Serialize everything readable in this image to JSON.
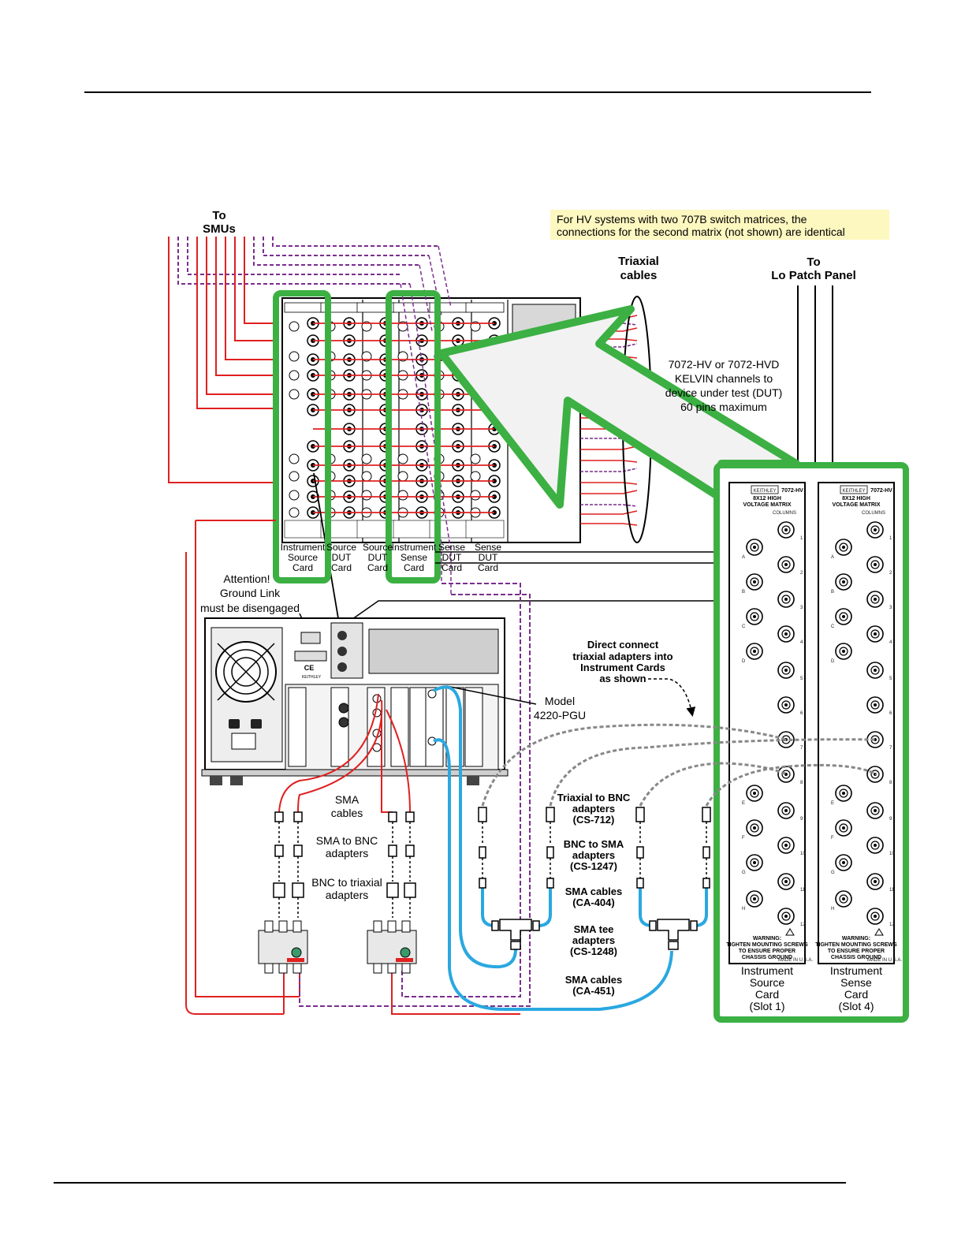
{
  "labels": {
    "to_smus": [
      "To",
      "SMUs"
    ],
    "hv_note": [
      "For HV systems with two 707B switch matrices, the",
      "connections for the second matrix (not shown) are identical"
    ],
    "triaxial_cables": [
      "Triaxial",
      "cables"
    ],
    "to_lo_patch": [
      "To",
      "Lo Patch Panel"
    ],
    "kelvin_note": [
      "7072-HV or 7072-HVD",
      "KELVIN channels to",
      "device under test (DUT)",
      "60 pins maximum"
    ],
    "attention": [
      "Attention!",
      "Ground Link",
      "must be disengaged"
    ],
    "direct_connect": [
      "Direct connect",
      "triaxial adapters into",
      "Instrument Cards",
      "as shown"
    ],
    "model": [
      "Model",
      "4220-PGU"
    ],
    "sma_cables_left": [
      "SMA",
      "cables"
    ],
    "sma_to_bnc_left": [
      "SMA to BNC",
      "adapters"
    ],
    "bnc_to_triax_left": [
      "BNC to triaxial",
      "adapters"
    ],
    "triax_to_bnc": [
      "Triaxial to BNC",
      "adapters",
      "(CS-712)"
    ],
    "bnc_to_sma": [
      "BNC to SMA",
      "adapters",
      "(CS-1247)"
    ],
    "sma_cables_404": [
      "SMA cables",
      "(CA-404)"
    ],
    "sma_tee": [
      "SMA tee",
      "adapters",
      "(CS-1248)"
    ],
    "sma_cables_451": [
      "SMA cables",
      "(CA-451)"
    ]
  },
  "card_labels": [
    [
      "Instrument",
      "Source",
      "Card"
    ],
    [
      "Source",
      "DUT",
      "Card"
    ],
    [
      "Source",
      "DUT",
      "Card"
    ],
    [
      "Instrument",
      "Sense",
      "Card"
    ],
    [
      "Sense",
      "DUT",
      "Card"
    ],
    [
      "Sense",
      "DUT",
      "Card"
    ]
  ],
  "zoom_cards": [
    {
      "header_brand": "KEITHLEY",
      "header_model": "7072-HV",
      "title": [
        "8X12 HIGH",
        "VOLTAGE MATRIX"
      ],
      "columns": "COLUMNS",
      "rows": [
        "A",
        "B",
        "C",
        "D",
        "E",
        "F",
        "G",
        "H"
      ],
      "cols": [
        "1",
        "2",
        "3",
        "4",
        "5",
        "6",
        "7",
        "8",
        "9",
        "10",
        "11",
        "12"
      ],
      "warning": [
        "WARNING:",
        "TIGHTEN MOUNTING SCREWS",
        "TO ENSURE PROPER",
        "CHASSIS GROUND"
      ],
      "made_in": "MADE IN U.S.A.",
      "caption": [
        "Instrument",
        "Source",
        "Card",
        "(Slot 1)"
      ]
    },
    {
      "header_brand": "KEITHLEY",
      "header_model": "7072-HV",
      "title": [
        "8X12 HIGH",
        "VOLTAGE MATRIX"
      ],
      "columns": "COLUMNS",
      "rows": [
        "A",
        "B",
        "C",
        "D",
        "E",
        "F",
        "G",
        "H"
      ],
      "cols": [
        "1",
        "2",
        "3",
        "4",
        "5",
        "6",
        "7",
        "8",
        "9",
        "10",
        "11",
        "12"
      ],
      "warning": [
        "WARNING:",
        "TIGHTEN MOUNTING SCREWS",
        "TO ENSURE PROPER",
        "CHASSIS GROUND"
      ],
      "made_in": "MADE IN U.S.A.",
      "caption": [
        "Instrument",
        "Sense",
        "Card",
        "(Slot 4)"
      ]
    }
  ],
  "rear_panel_text": {
    "ce": "CE",
    "keithley": "KEITHLEY"
  },
  "colors": {
    "green": "#3cb043",
    "red": "#e02020",
    "purple": "#7b2d8e",
    "blue": "#2aa8e0",
    "gray_dash": "#888888",
    "note_bg": "#fdf7c0"
  }
}
